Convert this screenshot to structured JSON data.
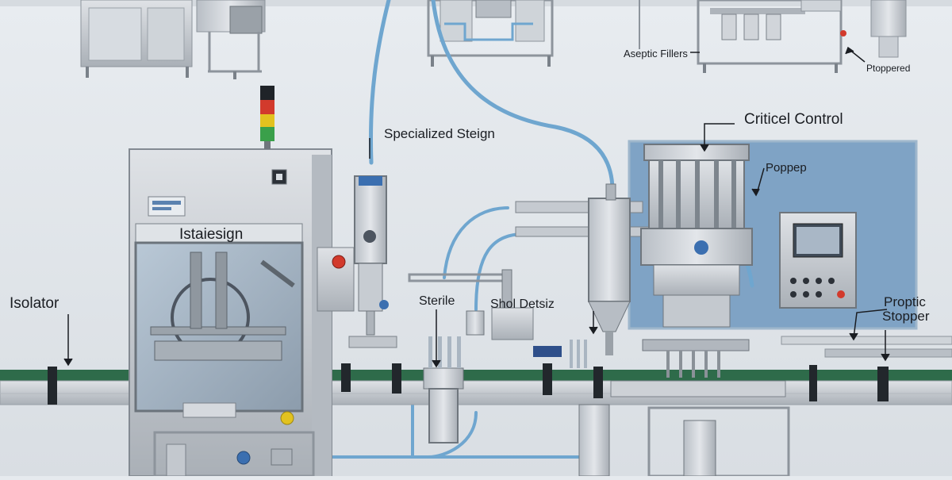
{
  "labels": {
    "isolator": "Isolator",
    "specialized_steign": "Specialized Steign",
    "istaiesign": "Istaiesign",
    "sterile": "Sterile",
    "shol_detsiz": "Shol Detsiz",
    "critical_control": "Criticel Control",
    "poppep": "Poppep",
    "aseptic_fillers": "Aseptic Fillers",
    "poppered": "Ptoppered",
    "proptic": "Proptic",
    "stopper": "Stopper"
  },
  "colors": {
    "background": "#e6eaee",
    "steel": "#c9ced4",
    "steel_dark": "#8d949c",
    "conveyor_green": "#2e6b4a",
    "pipe_blue": "#6fa6cf",
    "panel_blue": "#7fa3c5",
    "red": "#d23a2c",
    "yellow": "#e2c21f",
    "green": "#3aa04a"
  }
}
